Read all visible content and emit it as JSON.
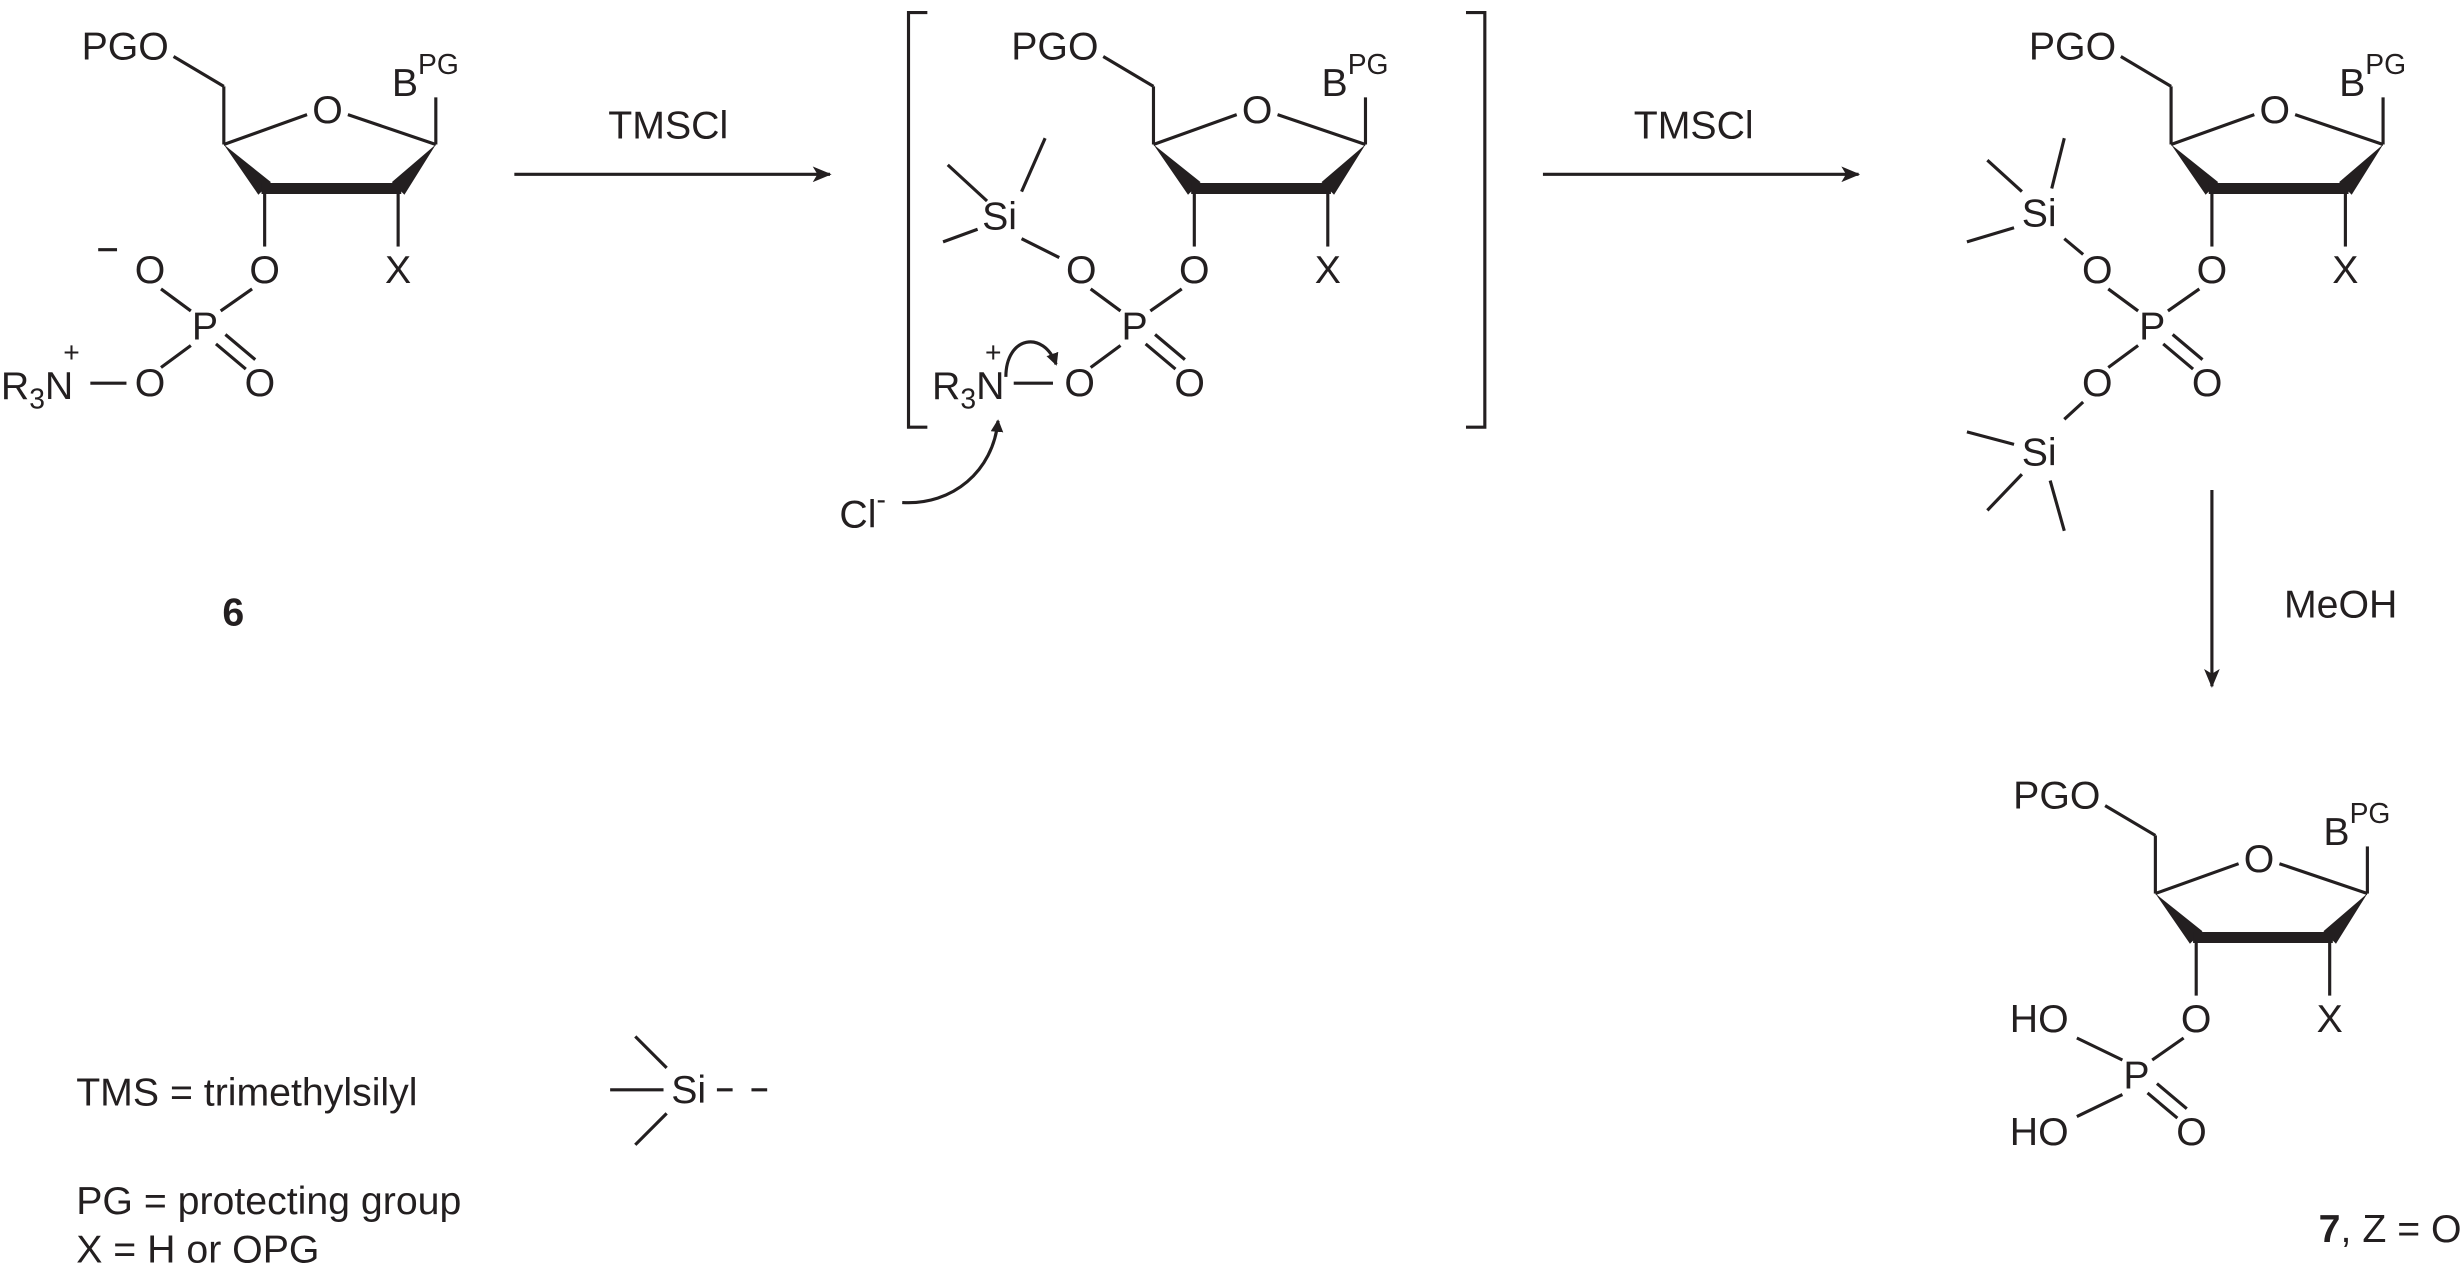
{
  "compound_6": {
    "pgo": "PGO",
    "ring_o": "O",
    "base": "B",
    "base_sup": "PG",
    "o3": "O",
    "x": "X",
    "p": "P",
    "o_minus": "O",
    "minus": "−",
    "o_n": "O",
    "o_double": "O",
    "r": "R",
    "r_sub": "3",
    "n": "N",
    "plus": "+",
    "label": "6"
  },
  "intermediate": {
    "pgo": "PGO",
    "ring_o": "O",
    "base": "B",
    "base_sup": "PG",
    "o3": "O",
    "x": "X",
    "p": "P",
    "o_si": "O",
    "si": "Si",
    "o_n": "O",
    "o_double": "O",
    "r": "R",
    "r_sub": "3",
    "n": "N",
    "plus": "+",
    "cl": "Cl",
    "cl_sup": "-"
  },
  "silyl_ester": {
    "pgo": "PGO",
    "ring_o": "O",
    "base": "B",
    "base_sup": "PG",
    "o3": "O",
    "x": "X",
    "p": "P",
    "o_si_top": "O",
    "si_top": "Si",
    "o_si_bottom": "O",
    "si_bottom": "Si",
    "o_double": "O"
  },
  "product_7": {
    "pgo": "PGO",
    "ring_o": "O",
    "base": "B",
    "base_sup": "PG",
    "o3": "O",
    "x": "X",
    "p": "P",
    "ho_top": "HO",
    "ho_bottom": "HO",
    "o_double": "O",
    "label_num": "7",
    "label_rest": ", Z = OH"
  },
  "arrows": {
    "step1": "TMSCl",
    "step2": "TMSCl",
    "step3": "MeOH"
  },
  "legend": {
    "tms": "TMS = trimethylsilyl",
    "tms_si": "Si",
    "pg": "PG = protecting group",
    "x": "X = H or OPG"
  }
}
